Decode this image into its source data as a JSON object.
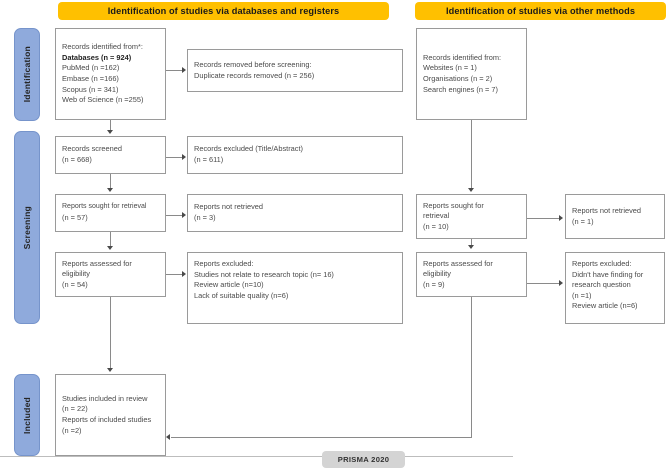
{
  "title": "PRISMA 2020 flow diagram",
  "colors": {
    "banner": "#FFC000",
    "stage_label": "#8FAADC",
    "box_border": "#9A9A9A",
    "connector": "#8A8A8A",
    "footer_chip": "#D4D4D4"
  },
  "banners": {
    "databases": "Identification of studies via databases and registers",
    "other": "Identification of studies via other methods"
  },
  "stages": {
    "identification": "Identification",
    "screening": "Screening",
    "included": "Included"
  },
  "left_column": {
    "records_identified": {
      "lines": [
        "Records identified from*:",
        "Databases (n = 924)",
        "PubMed (n =162)",
        "Embase (n =166)",
        "Scopus (n = 341)",
        "Web of Science (n =255)"
      ],
      "bold_lines": [
        1
      ]
    },
    "records_removed": {
      "lines": [
        "Records removed before screening:",
        "Duplicate records removed (n = 256)"
      ]
    },
    "records_screened": {
      "lines": [
        "Records screened",
        "(n = 668)"
      ]
    },
    "records_excluded": {
      "lines": [
        "Records excluded (Title/Abstract)",
        "(n = 611)"
      ]
    },
    "reports_sought": {
      "lines": [
        "Reports sought for retrieval",
        "(n = 57)"
      ]
    },
    "reports_not_retrieved": {
      "lines": [
        "Reports not retrieved",
        "(n = 3)"
      ]
    },
    "reports_assessed": {
      "lines": [
        "Reports assessed for",
        "eligibility",
        "(n = 54)"
      ]
    },
    "reports_excluded": {
      "lines": [
        "Reports excluded:",
        "Studies not relate to research topic (n= 16)",
        "Review article (n=10)",
        "Lack of suitable quality (n=6)"
      ]
    },
    "studies_included": {
      "lines": [
        "Studies included in review",
        "(n = 22)",
        "Reports of included studies",
        "(n =2)"
      ]
    }
  },
  "right_column": {
    "records_identified_other": {
      "lines": [
        "Records identified from:",
        "Websites (n = 1)",
        "Organisations (n = 2)",
        "Search engines (n = 7)"
      ]
    },
    "reports_sought": {
      "lines": [
        "Reports sought for",
        "retrieval",
        "(n = 10)"
      ]
    },
    "reports_not_retrieved": {
      "lines": [
        "Reports not retrieved",
        "(n = 1)"
      ]
    },
    "reports_assessed": {
      "lines": [
        "Reports assessed for",
        "eligibility",
        "(n = 9)"
      ]
    },
    "reports_excluded": {
      "lines": [
        "Reports excluded:",
        "Didn't have finding for",
        "research question",
        " (n =1)",
        "Review article (n=6)"
      ]
    }
  },
  "footer": {
    "chip_label": "PRISMA 2020"
  }
}
